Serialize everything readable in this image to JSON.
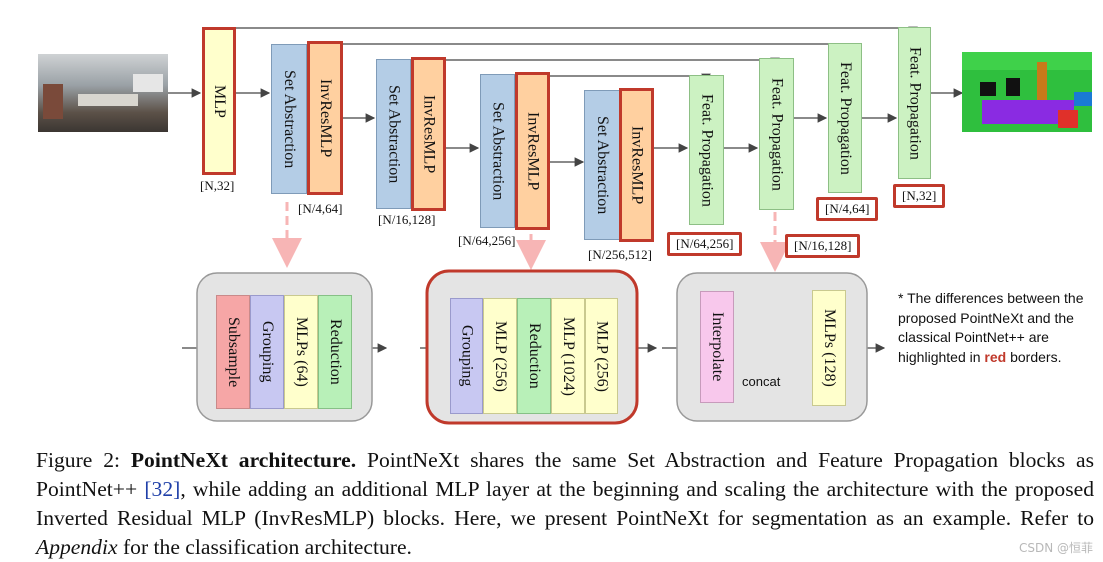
{
  "diagram": {
    "blocks": {
      "mlp": "MLP",
      "set_abstraction": "Set Abstraction",
      "invresmlp": "InvResMLP",
      "feat_propagation": "Feat. Propagation"
    },
    "dims": {
      "mlp": "[N,32]",
      "stage1": "[N/4,64]",
      "stage2": "[N/16,128]",
      "stage3": "[N/64,256]",
      "stage4": "[N/256,512]",
      "fp1": "[N/64,256]",
      "fp2": "[N/16,128]",
      "fp3": "[N/4,64]",
      "fp4": "[N,32]"
    },
    "sa_detail": {
      "subsample": "Subsample",
      "grouping": "Grouping",
      "mlps": "MLPs (64)",
      "reduction": "Reduction"
    },
    "invres_detail": {
      "grouping": "Grouping",
      "mlp256a": "MLP (256)",
      "reduction": "Reduction",
      "mlp1024": "MLP (1024)",
      "mlp256b": "MLP (256)"
    },
    "fp_detail": {
      "interpolate": "Interpolate",
      "concat": "concat",
      "mlps": "MLPs (128)"
    },
    "note": {
      "text": "* The differences between the proposed PointNeXt and the classical PointNet++ are highlighted in",
      "highlight": "red",
      "suffix": "borders."
    },
    "colors": {
      "highlight_border": "#c0392b",
      "mlp_fill": "#ffffcc",
      "sa_fill": "#b4cde6",
      "invres_fill": "#ffd0a0",
      "fp_fill": "#ccf2c2",
      "subsample_fill": "#f6a6a6",
      "grouping_fill": "#c8c8f2",
      "reduction_fill": "#b8f0b8",
      "interpolate_fill": "#f8c8ec",
      "pink_arrow": "#f7b5b5"
    }
  },
  "caption": {
    "label": "Figure 2:",
    "bold": "PointNeXt architecture.",
    "part1": "PointNeXt shares the same Set Abstraction and Feature Propagation blocks as PointNet++",
    "ref": "[32]",
    "part2": ", while adding an additional MLP layer at the beginning and scaling the architecture with the proposed Inverted Residual MLP (InvResMLP) blocks. Here, we present PointNeXt for segmentation as an example. Refer to",
    "italic": "Appendix",
    "part3": "for the classification architecture."
  },
  "watermark": "CSDN @恒菲"
}
